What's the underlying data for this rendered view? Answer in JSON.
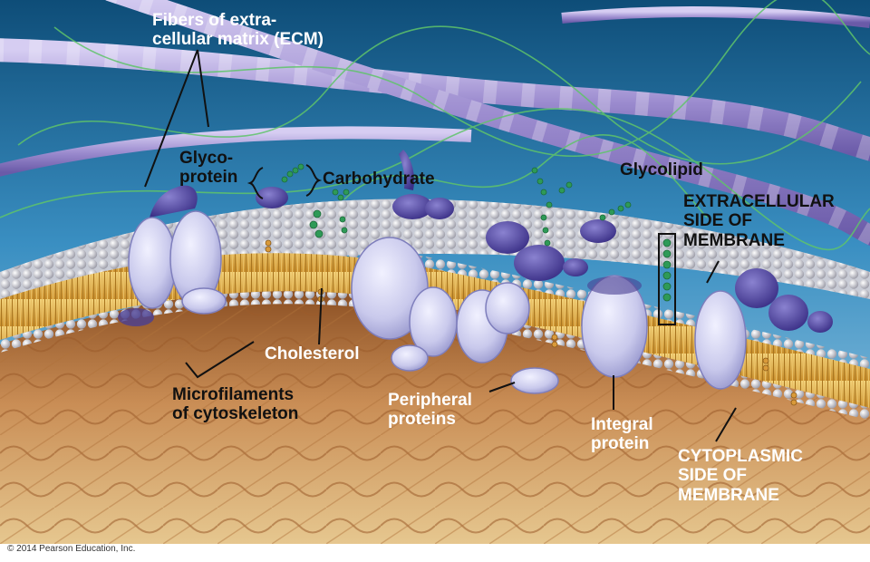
{
  "labels": {
    "ecm": [
      "Fibers of extra-",
      "cellular matrix (ECM)"
    ],
    "glycoprotein": [
      "Glyco-",
      "protein"
    ],
    "carbohydrate": "Carbohydrate",
    "glycolipid": "Glycolipid",
    "extracellular": [
      "EXTRACELLULAR",
      "SIDE OF",
      "MEMBRANE"
    ],
    "cholesterol": "Cholesterol",
    "microfilaments": [
      "Microfilaments",
      "of cytoskeleton"
    ],
    "peripheral": [
      "Peripheral",
      "proteins"
    ],
    "integral": [
      "Integral",
      "protein"
    ],
    "cytoplasmic": [
      "CYTOPLASMIC",
      "SIDE OF",
      "MEMBRANE"
    ]
  },
  "copyright": "© 2014 Pearson Education, Inc.",
  "colors": {
    "extracellular_fluid": "#3b8fc0",
    "cytoplasm": "#c08a52",
    "lipid_heads": "#e8e8ec",
    "lipid_tails": "#e0b14a",
    "protein": "#c8c8ec",
    "protein_shadow": "#5a4fa0",
    "ecm_fiber": "#9e8fd0",
    "carbohydrate": "#2e9a57"
  }
}
